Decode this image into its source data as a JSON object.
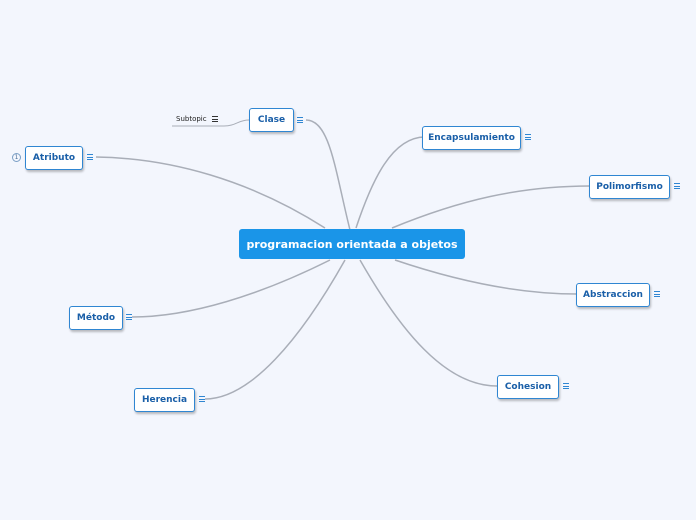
{
  "central": {
    "label": "programacion orientada a objetos"
  },
  "nodes": {
    "clase": {
      "label": "Clase"
    },
    "atributo": {
      "label": "Atributo",
      "badge": "1"
    },
    "metodo": {
      "label": "Método"
    },
    "herencia": {
      "label": "Herencia"
    },
    "encapsulamiento": {
      "label": "Encapsulamiento"
    },
    "polimorfismo": {
      "label": "Polimorfismo"
    },
    "abstraccion": {
      "label": "Abstraccion"
    },
    "cohesion": {
      "label": "Cohesion"
    }
  },
  "subtopic": {
    "label": "Subtopic"
  },
  "colors": {
    "background": "#f3f6fd",
    "central_fill": "#1a95e8",
    "node_border": "#2f86d2",
    "node_text": "#1a5fa8",
    "connector": "#a9aeb8"
  },
  "icons": {
    "note": "notes-icon"
  }
}
